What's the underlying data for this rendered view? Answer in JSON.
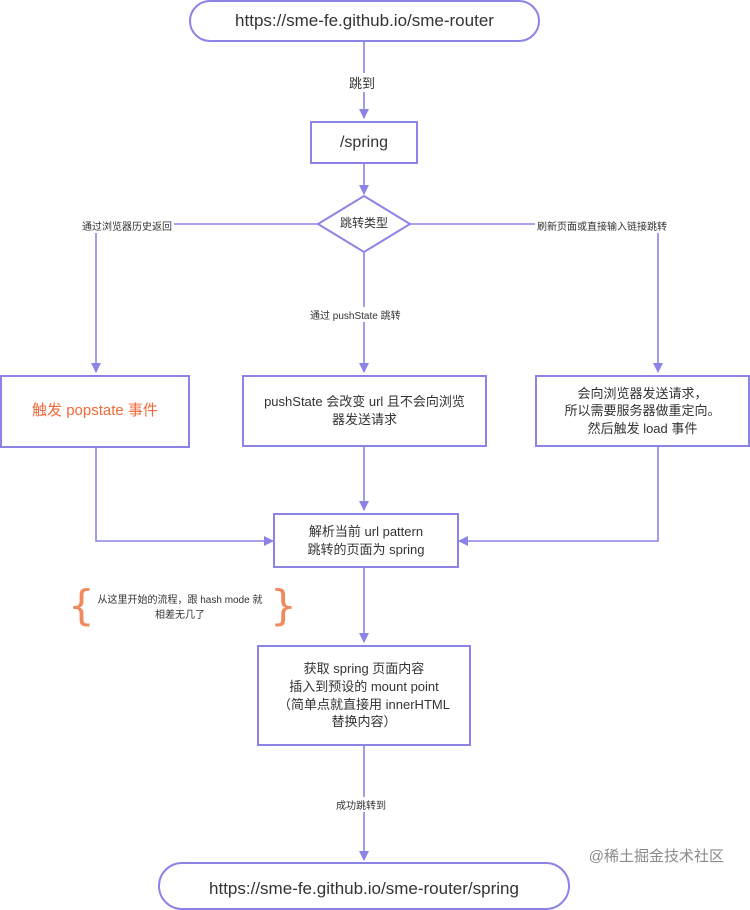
{
  "nodes": {
    "start": "https://sme-fe.github.io/sme-router",
    "route": "/spring",
    "decision": "跳转类型",
    "popstate": "触发 popstate 事件",
    "pushstate": "pushState 会改变 url 且不会向浏览\n器发送请求",
    "reload": "会向浏览器发送请求，\n所以需要服务器做重定向。\n然后触发 load 事件",
    "parse": "解析当前 url pattern\n跳转的页面为 spring",
    "fetch": "获取 spring 页面内容\n插入到预设的 mount point\n（简单点就直接用 innerHTML\n替换内容）",
    "end": "https://sme-fe.github.io/sme-router/spring"
  },
  "edges": {
    "jump": "跳到",
    "history_back": "通过浏览器历史返回",
    "refresh": "刷新页面或直接输入链接跳转",
    "via_pushstate": "通过 pushState 跳转",
    "success": "成功跳转到"
  },
  "annotation": "从这里开始的流程，跟 hash mode 就\n相差无几了",
  "watermark": "@稀土掘金技术社区",
  "colors": {
    "stroke": "#8b83e6",
    "accent": "#f0693a",
    "brace": "#f08a5d"
  }
}
